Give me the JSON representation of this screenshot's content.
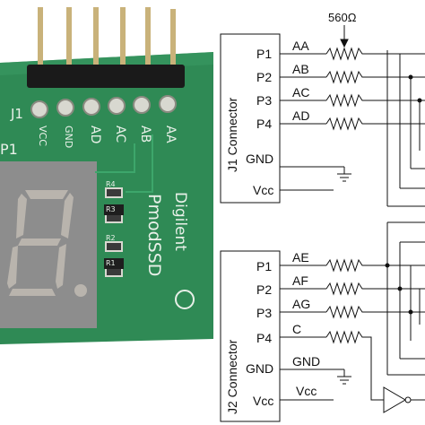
{
  "photo": {
    "header_label": "J1",
    "display_label": "P1",
    "pin_labels": [
      "VCC",
      "GND",
      "AD",
      "AC",
      "AB",
      "AA"
    ],
    "resistor_labels": [
      "R4",
      "R3",
      "R2",
      "R1"
    ],
    "brand": "Digilent",
    "product": "PmodSSD"
  },
  "schematic": {
    "resistor_value": "560Ω",
    "j1": {
      "title": "J1 Connector",
      "pins": [
        {
          "pin": "P1",
          "signal": "AA"
        },
        {
          "pin": "P2",
          "signal": "AB"
        },
        {
          "pin": "P3",
          "signal": "AC"
        },
        {
          "pin": "P4",
          "signal": "AD"
        }
      ],
      "gnd_label": "GND",
      "vcc_label": "Vcc"
    },
    "j2": {
      "title": "J2 Connector",
      "pins": [
        {
          "pin": "P1",
          "signal": "AE"
        },
        {
          "pin": "P2",
          "signal": "AF"
        },
        {
          "pin": "P3",
          "signal": "AG"
        },
        {
          "pin": "P4",
          "signal": "C"
        }
      ],
      "gnd_label": "GND",
      "vcc_label": "Vcc",
      "gnd_net": "GND",
      "vcc_net": "Vcc"
    }
  },
  "colors": {
    "pcb": "#2f8a55",
    "pcb_dark": "#1f6b3e",
    "silkscreen": "#e8f0e8",
    "display_body": "#8d8d8d",
    "segment": "#b9b4ad",
    "pin_gold": "#c9b27a",
    "ink": "#111111"
  }
}
